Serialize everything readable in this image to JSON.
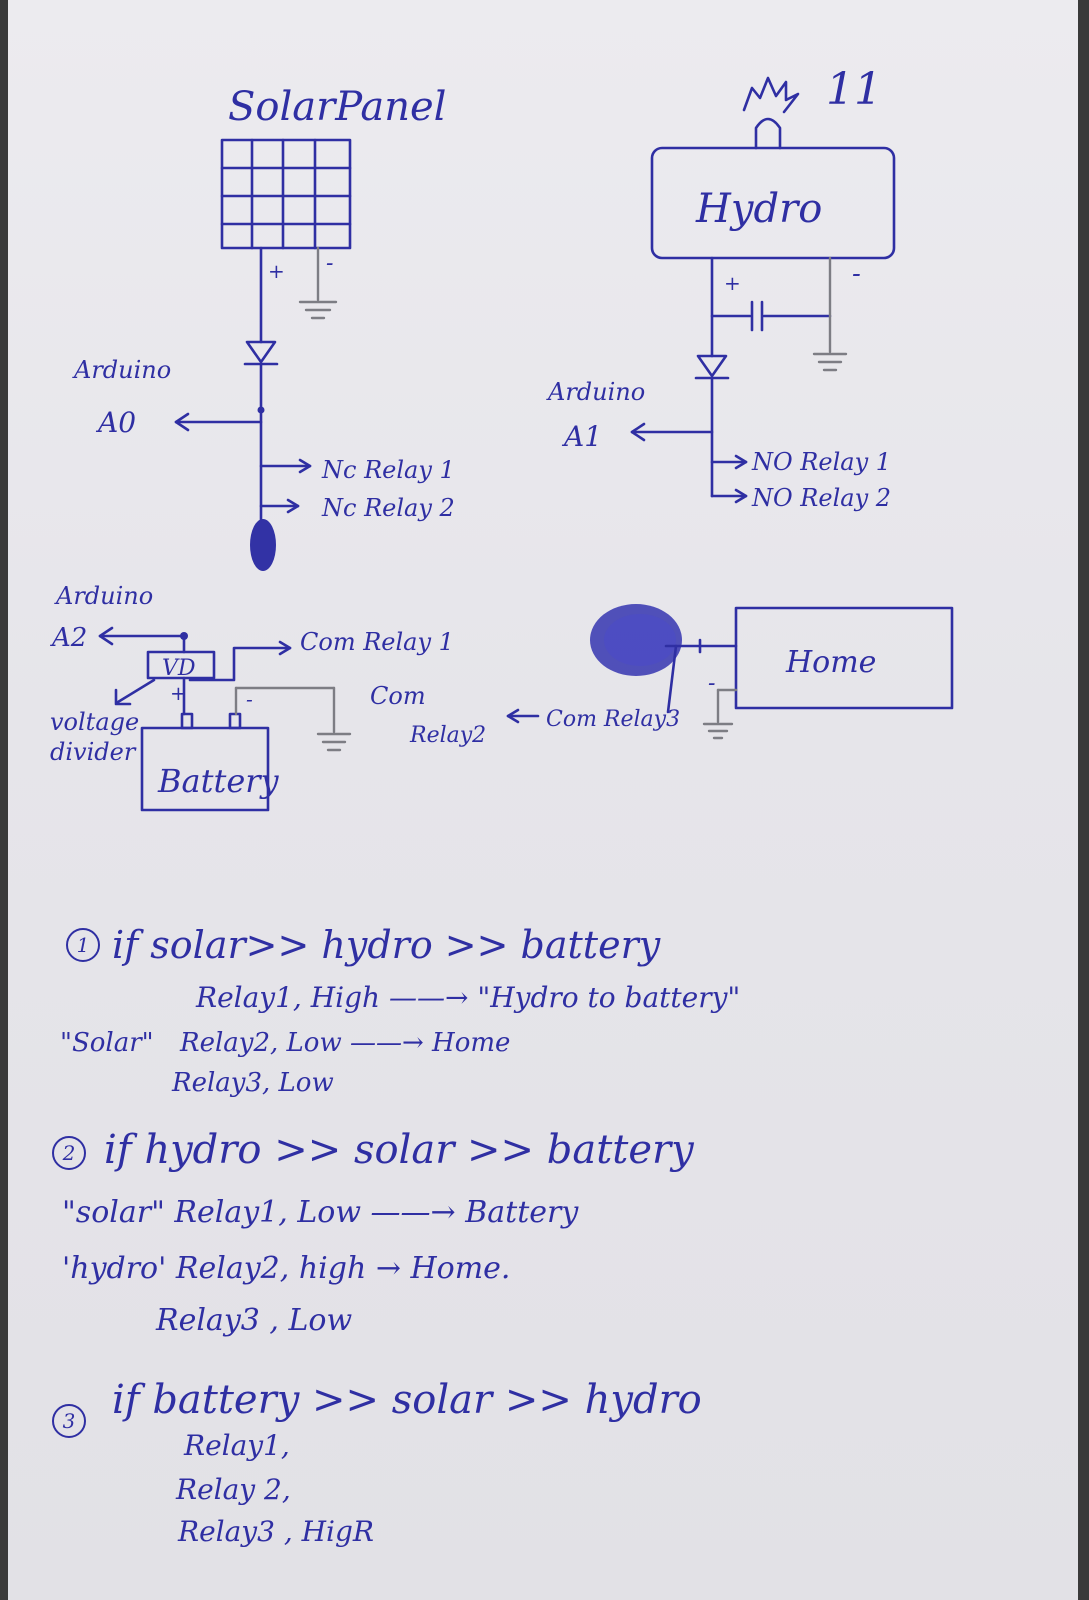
{
  "page_number": "11",
  "solar": {
    "title": "SolarPanel",
    "plus": "+",
    "minus": "-"
  },
  "hydro": {
    "title": "Hydro",
    "plus": "+",
    "minus": "-"
  },
  "a0": {
    "arduino": "Arduino",
    "pin": "A0",
    "nc1": "Nc Relay 1",
    "nc2": "Nc Relay 2"
  },
  "a1": {
    "arduino": "Arduino",
    "pin": "A1",
    "no1": "NO Relay 1",
    "no2": "NO Relay 2"
  },
  "a2": {
    "arduino": "Arduino",
    "pin": "A2",
    "vd": "VD",
    "vd_label_1": "voltage",
    "vd_label_2": "divider",
    "plus": "+",
    "minus": "-",
    "battery": "Battery",
    "com_relay1": "Com Relay 1",
    "com": "Com",
    "relay2": "Relay2",
    "com_relay3": "Com Relay3"
  },
  "home": {
    "label": "Home",
    "minus": "-"
  },
  "notes": {
    "n1": {
      "num": "1",
      "cond": "if solar>> hydro >> battery",
      "line1": "Relay1, High ——→ \"Hydro to battery\"",
      "tag": "\"Solar\"",
      "line2": "Relay2, Low ——→ Home",
      "line3": "Relay3, Low"
    },
    "n2": {
      "num": "2",
      "cond": "if hydro >> solar >> battery",
      "line1": "\"solar\" Relay1, Low ——→ Battery",
      "line2": "'hydro' Relay2, high → Home.",
      "line3": "Relay3 , Low"
    },
    "n3": {
      "num": "3",
      "cond": "if battery >> solar >> hydro",
      "line1": "Relay1,",
      "line2": "Relay 2,",
      "line3": "Relay3 , HigR"
    }
  }
}
